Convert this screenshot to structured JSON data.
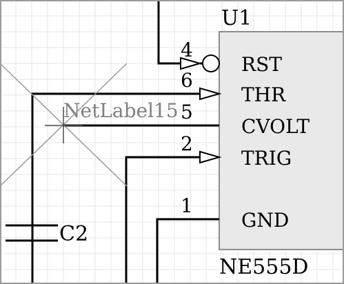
{
  "component": {
    "designator": "U1",
    "part_name": "NE555D",
    "pins": [
      {
        "id": "rst",
        "number": "4",
        "name": "RST"
      },
      {
        "id": "thr",
        "number": "6",
        "name": "THR"
      },
      {
        "id": "cvolt",
        "number": "5",
        "name": "CVOLT"
      },
      {
        "id": "trig",
        "number": "2",
        "name": "TRIG"
      },
      {
        "id": "gnd",
        "number": "1",
        "name": "GND"
      }
    ]
  },
  "net_label": {
    "text": "NetLabel15"
  },
  "capacitor": {
    "designator": "C2"
  },
  "colors": {
    "background": "#ffffff",
    "grid": "#e6e6e6",
    "component_body": "#e9e9e9",
    "component_border": "#8c8c8c",
    "wire": "#000000",
    "netlabel_ghost": "#808080",
    "crosshair": "#9a9a9a",
    "border": "#9a9a9a"
  }
}
